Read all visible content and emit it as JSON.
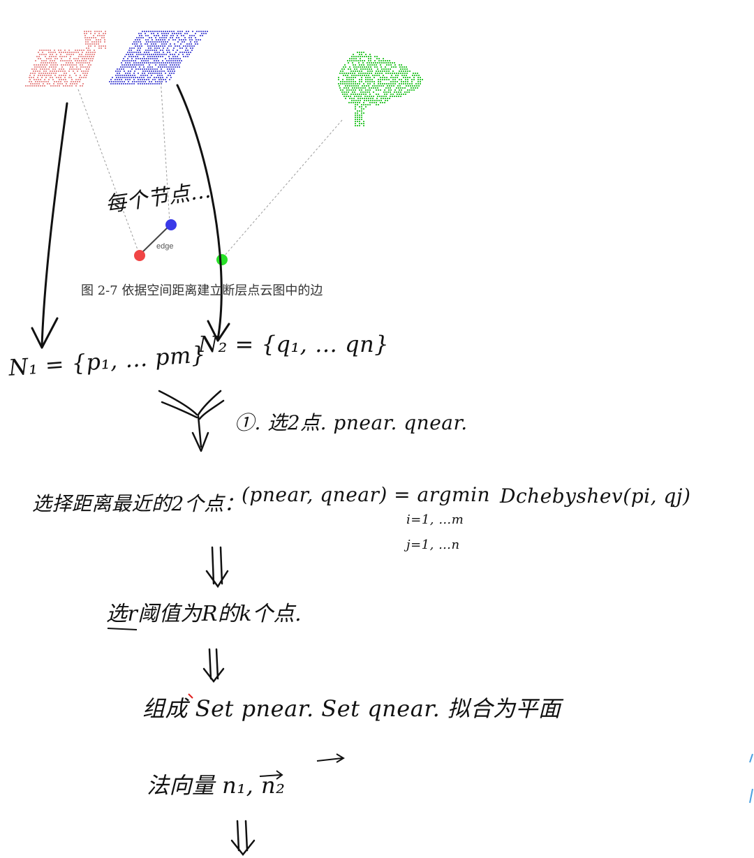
{
  "figure": {
    "caption": "图 2-7 依据空间距离建立断层点云图中的边",
    "edge_label": "edge",
    "colors": {
      "red_cloud": "#e89090",
      "blue_cloud": "#5a5ad8",
      "green_cloud": "#38c838",
      "red_node": "#f04545",
      "blue_node": "#3a3ae8",
      "green_node": "#28e028"
    }
  },
  "notes": {
    "node_annot": "每个节点…",
    "n1": "N₁ = {p₁, … pm}",
    "n2": "N₂ = {q₁, … qn}",
    "step0": "①. 选2点. pnear. qnear.",
    "step1_lhs": "选择距离最近的2个点：",
    "step1_formula": "(pnear, qnear) = argmin",
    "step1_range_i": "i=1, …m",
    "step1_range_j": "j=1, …n",
    "step1_dist": "Dchebyshev(pi, qj)",
    "step2": "选r阈值为R的k个点.",
    "step3": "组成 Set pnear. Set qnear. 拟合为平面",
    "step4": "法向量 n₁, n₂"
  }
}
